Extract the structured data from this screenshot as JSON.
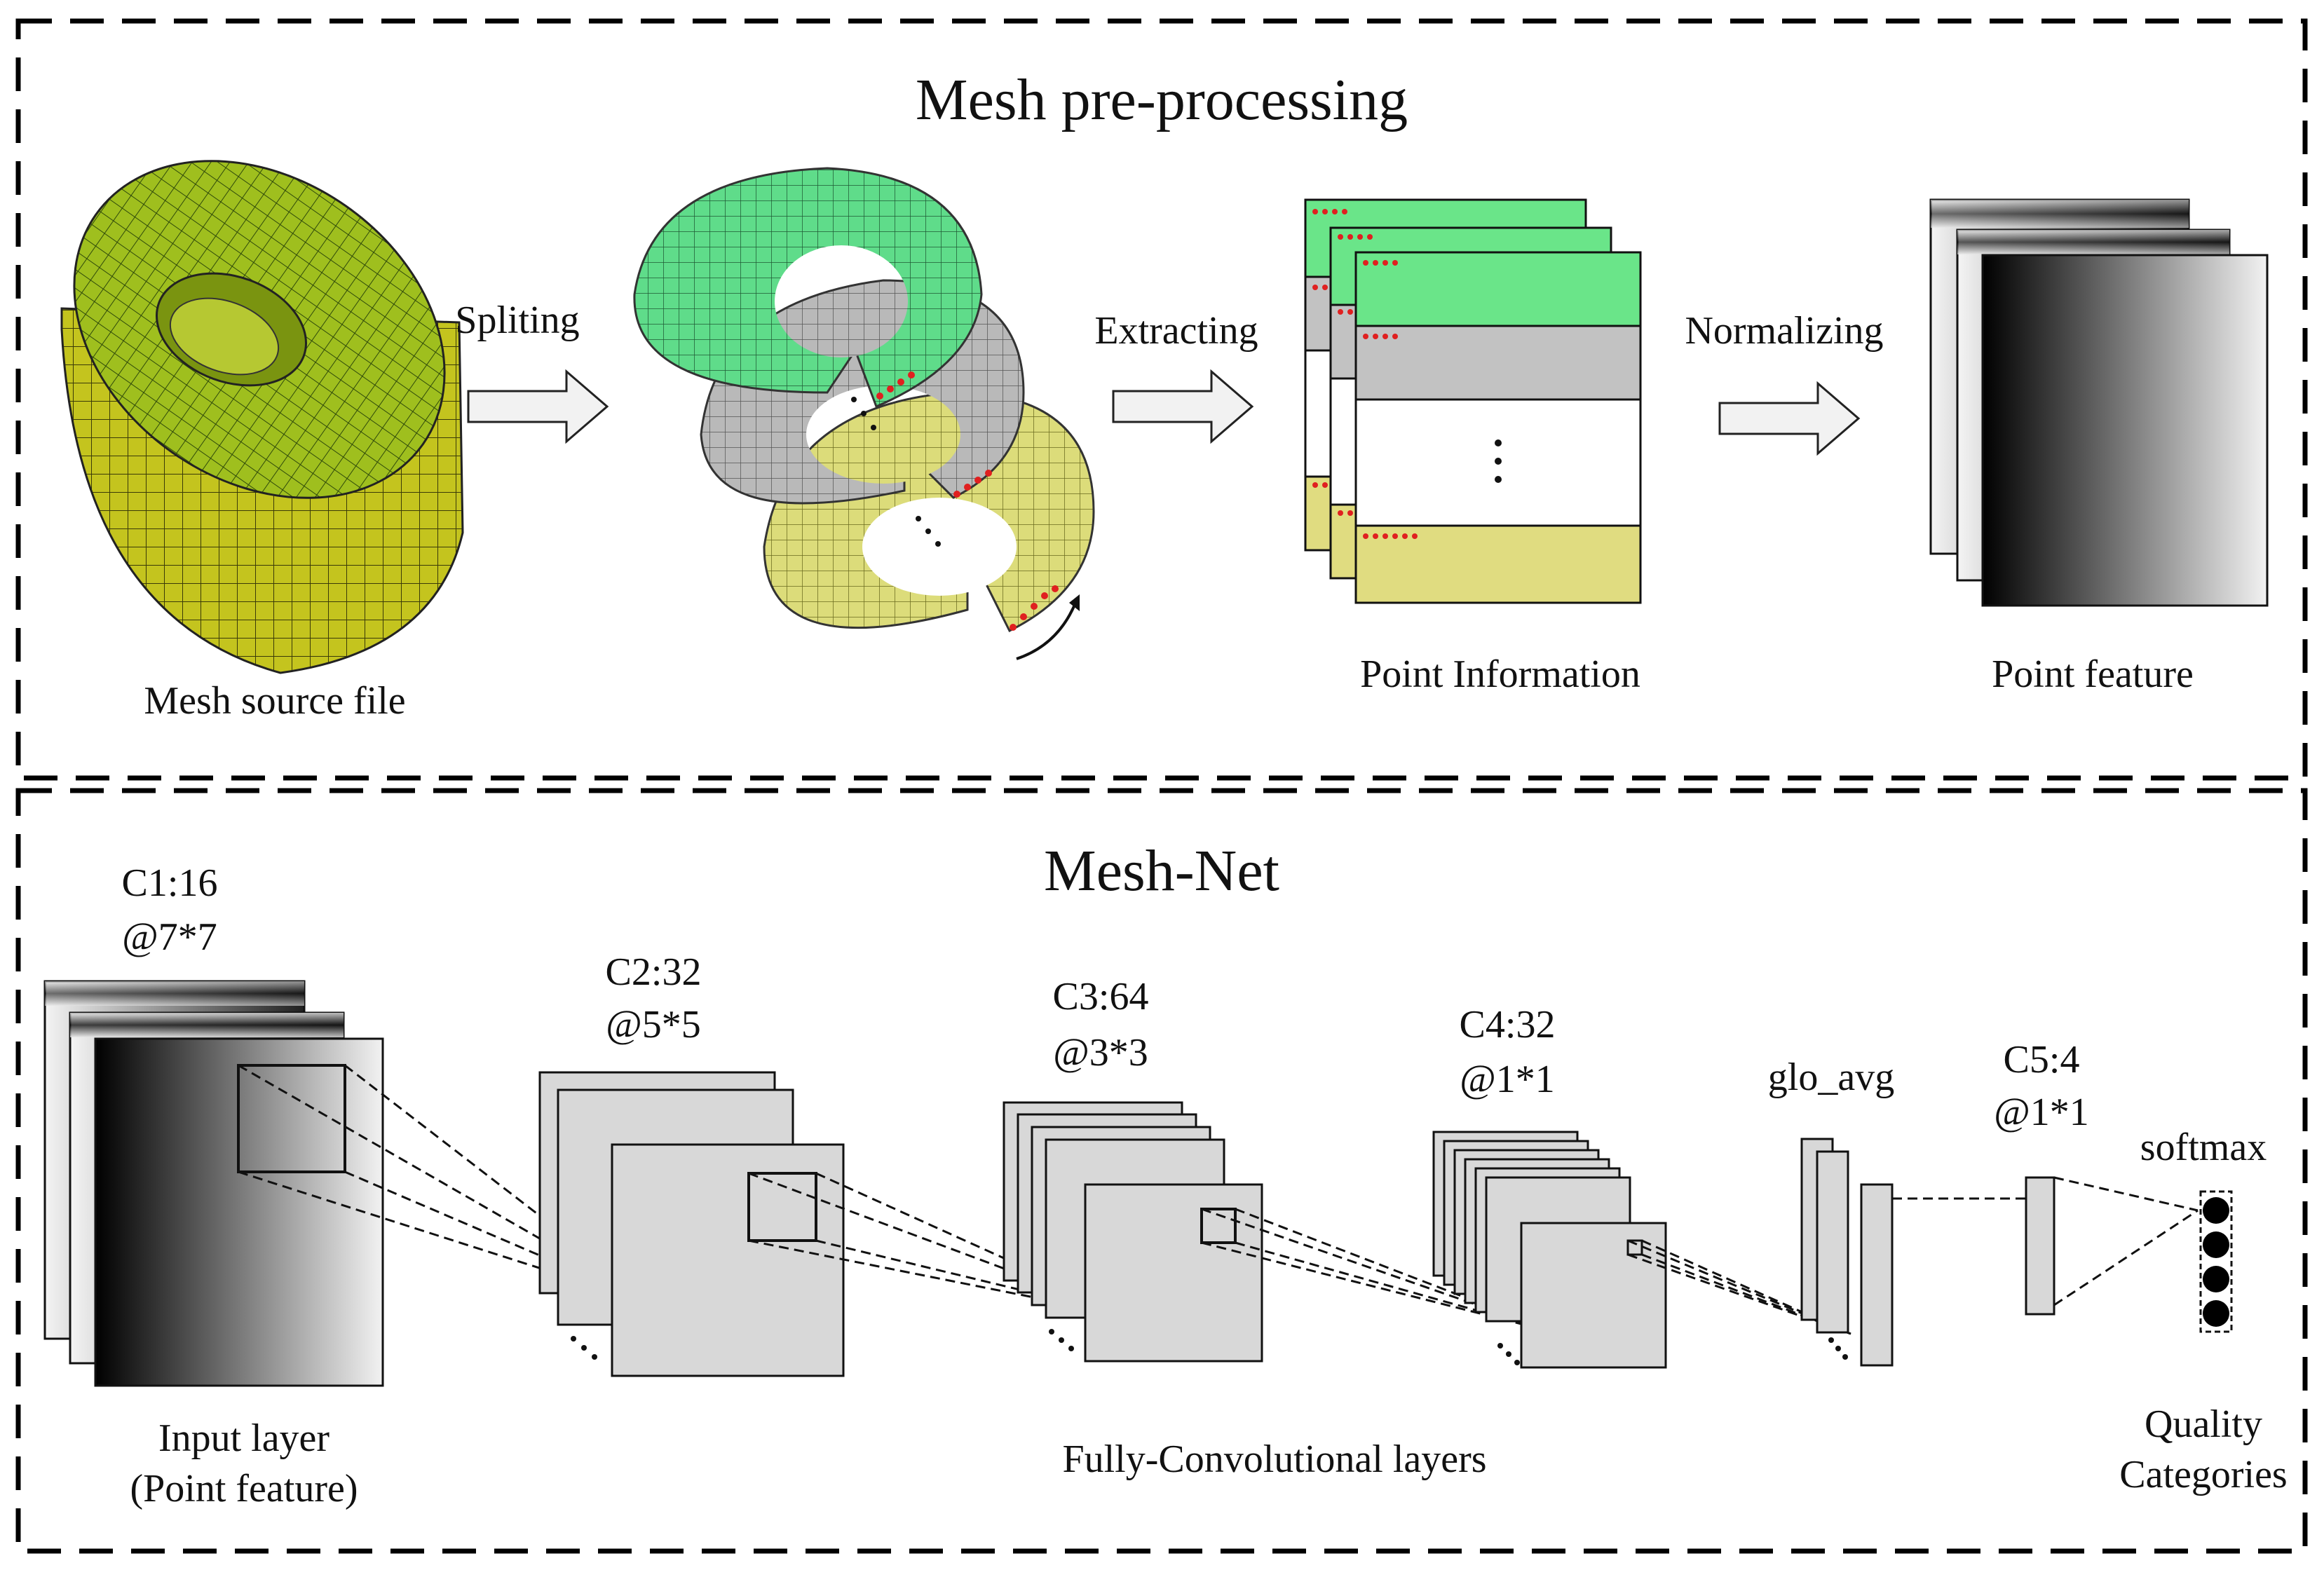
{
  "top_panel": {
    "title": "Mesh pre-processing",
    "source_caption": "Mesh source file",
    "step_split": "Spliting",
    "step_extract": "Extracting",
    "step_normalize": "Normalizing",
    "point_info_caption": "Point Information",
    "point_feature_caption": "Point feature"
  },
  "bottom_panel": {
    "title": "Mesh-Net",
    "c1_name": "C1:16",
    "c1_kernel": "@7*7",
    "c2_name": "C2:32",
    "c2_kernel": "@5*5",
    "c3_name": "C3:64",
    "c3_kernel": "@3*3",
    "c4_name": "C4:32",
    "c4_kernel": "@1*1",
    "glo_avg": "glo_avg",
    "c5_name": "C5:4",
    "c5_kernel": "@1*1",
    "softmax": "softmax",
    "input_caption_1": "Input layer",
    "input_caption_2": "(Point feature)",
    "conv_caption": "Fully-Convolutional layers",
    "quality_1": "Quality",
    "quality_2": "Categories"
  },
  "colors": {
    "mesh_yellow": "#c2c21e",
    "ring_green": "#5fdc8a",
    "ring_gray": "#b9b9b9",
    "ring_yellow": "#dcdc7a",
    "red_dots": "#e02020",
    "layer_gray": "#d8d8d8"
  }
}
